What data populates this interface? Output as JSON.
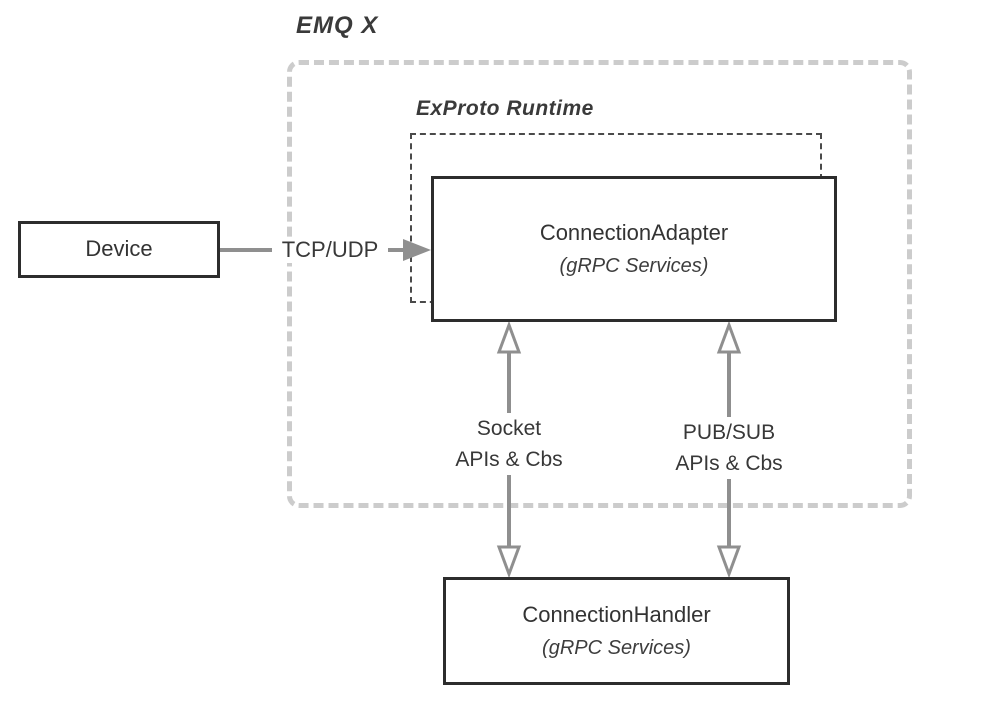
{
  "diagram": {
    "title": "EMQ X",
    "runtime_label": "ExProto Runtime",
    "nodes": {
      "device": {
        "title": "Device"
      },
      "adapter": {
        "title": "ConnectionAdapter",
        "subtitle": "(gRPC Services)"
      },
      "handler": {
        "title": "ConnectionHandler",
        "subtitle": "(gRPC Services)"
      }
    },
    "edges": {
      "tcp_udp": {
        "label": "TCP/UDP"
      },
      "socket": {
        "line1": "Socket",
        "line2": "APIs & Cbs"
      },
      "pubsub": {
        "line1": "PUB/SUB",
        "line2": "APIs & Cbs"
      }
    },
    "colors": {
      "outer_dashed_border": "#cccccc",
      "inner_dashed_border": "#4a4a4a",
      "box_border": "#2d2d2d",
      "arrow": "#8f8f8f",
      "text": "#333333",
      "background": "#ffffff"
    }
  }
}
